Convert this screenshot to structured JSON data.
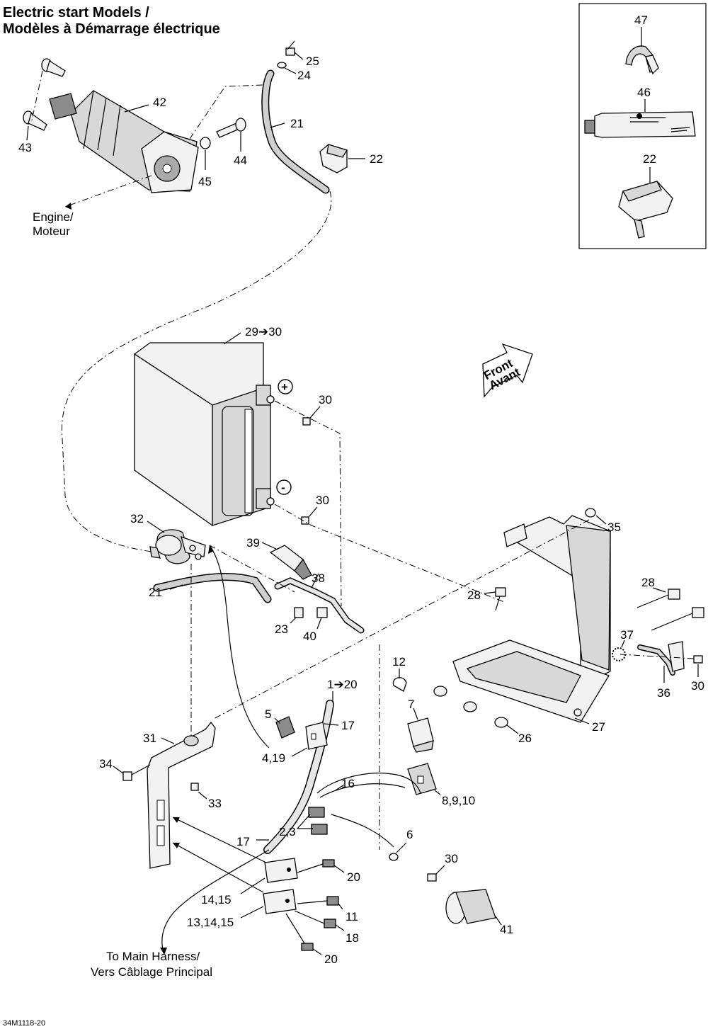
{
  "title": {
    "line1": "Electric start Models /",
    "line2": "Modèles à Démarrage électrique"
  },
  "notes": {
    "engine_line1": "Engine/",
    "engine_line2": "Moteur",
    "harness_line1": "To Main Harness/",
    "harness_line2": "Vers Câblage Principal",
    "front_line1": "Front",
    "front_line2": "Avant",
    "plus": "+",
    "minus": "-"
  },
  "drawing_code": "34M1118-20",
  "callouts": {
    "c47": "47",
    "c46": "46",
    "c22_box": "22",
    "c25": "25",
    "c24": "24",
    "c21_top": "21",
    "c22": "22",
    "c42": "42",
    "c43": "43",
    "c44": "44",
    "c45": "45",
    "c29_30": "29➔30",
    "c30_a": "30",
    "c30_b": "30",
    "c32": "32",
    "c39": "39",
    "c38": "38",
    "c21_mid": "21",
    "c23": "23",
    "c40": "40",
    "c35": "35",
    "c28_a": "28",
    "c28_b": "28",
    "c37": "37",
    "c36": "36",
    "c30_c": "30",
    "c12": "12",
    "c1_20": "1➔20",
    "c5": "5",
    "c17_a": "17",
    "c7": "7",
    "c4_19": "4,19",
    "c31": "31",
    "c34": "34",
    "c33": "33",
    "c16": "16",
    "c8_9_10": "8,9,10",
    "c26": "26",
    "c27": "27",
    "c2_3": "2,3",
    "c17_b": "17",
    "c6": "6",
    "c30_d": "30",
    "c20_a": "20",
    "c14_15": "14,15",
    "c11": "11",
    "c13_14_15": "13,14,15",
    "c18": "18",
    "c41": "41",
    "c20_b": "20"
  }
}
